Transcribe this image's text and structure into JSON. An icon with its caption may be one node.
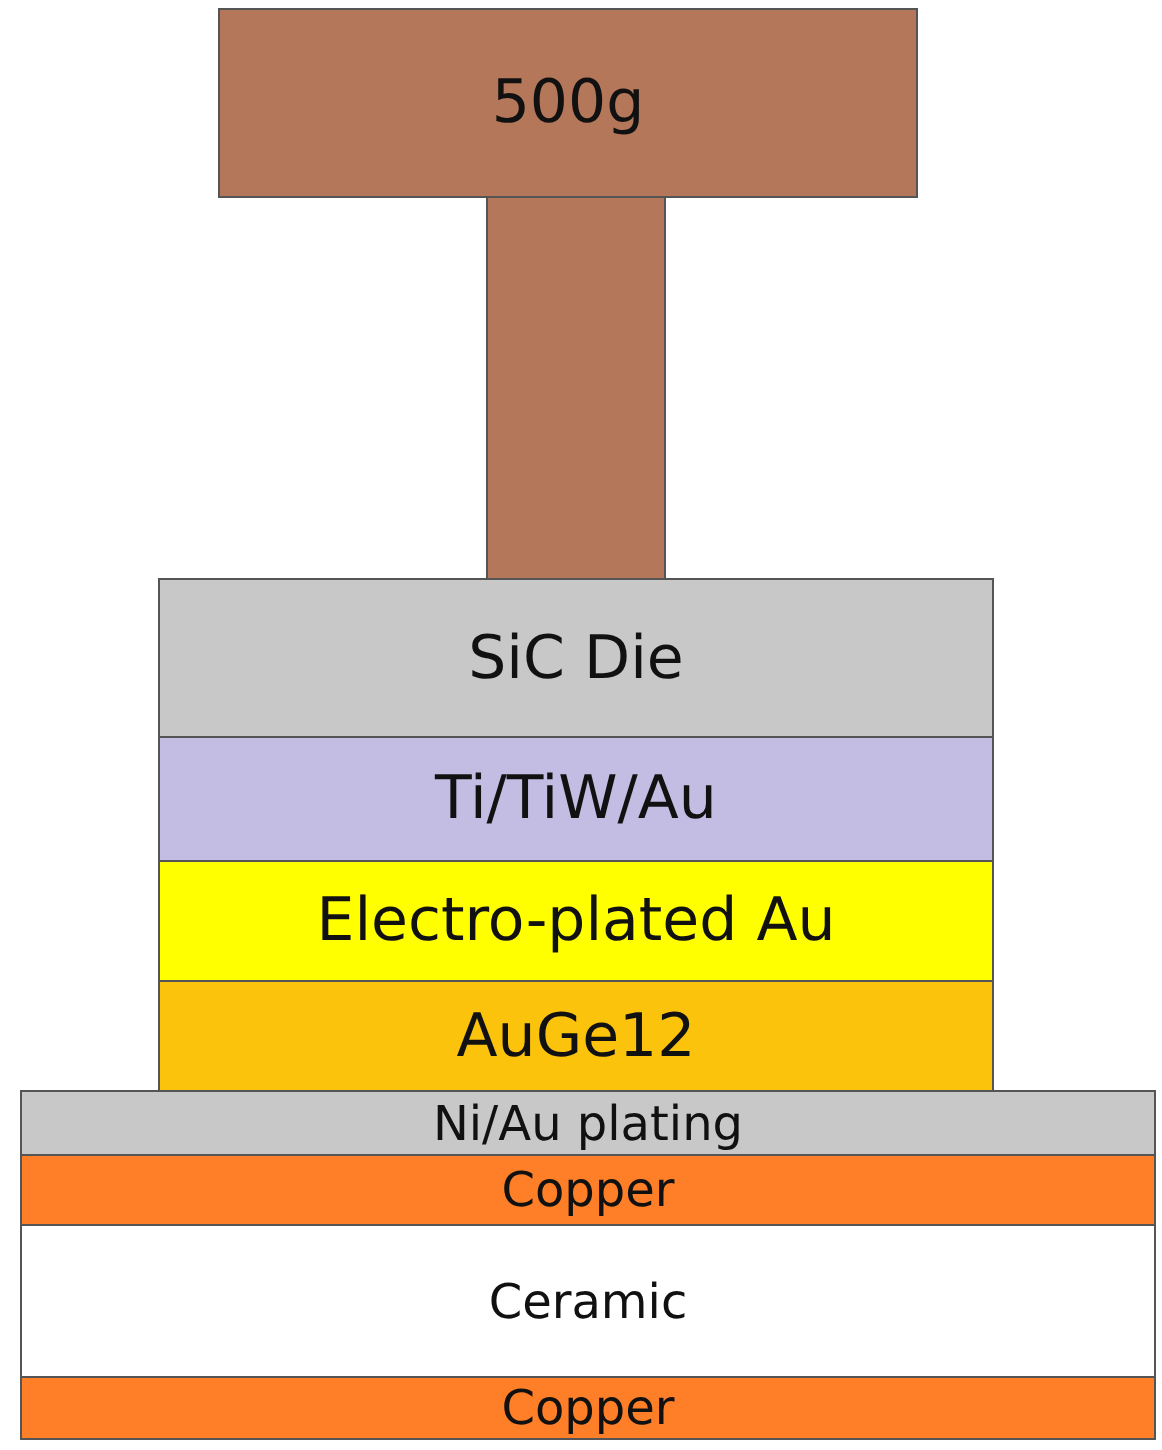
{
  "diagram": {
    "nodes": [
      {
        "text": [
          "500g"
        ]
      },
      {
        "text": [],
        "shape": "bar"
      },
      {
        "text": [
          "SiC Die"
        ]
      },
      {
        "text": [
          "Ti/TiW/Au"
        ]
      },
      {
        "text": [
          "Electro-plated Au"
        ]
      },
      {
        "text": [
          "AuGe12"
        ]
      },
      {
        "text": [
          "Ni/Au plating"
        ]
      },
      {
        "text": [
          "Copper"
        ]
      },
      {
        "text": [
          "Ceramic"
        ]
      },
      {
        "text": [
          "Copper"
        ]
      }
    ]
  }
}
